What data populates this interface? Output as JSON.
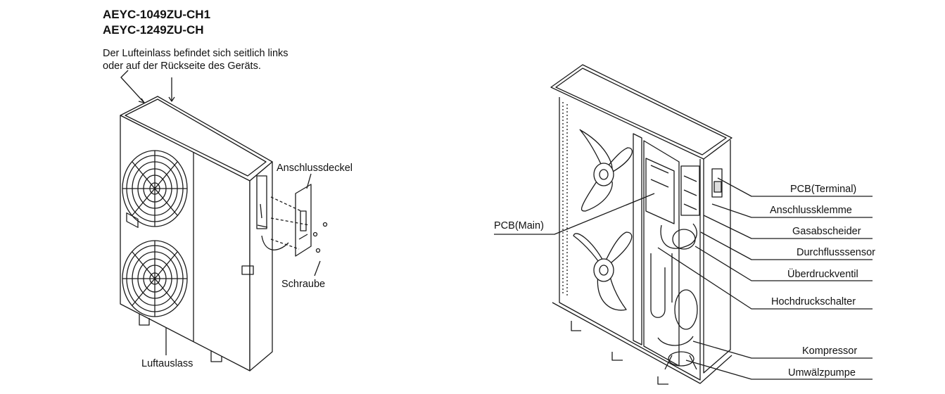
{
  "titles": [
    "AEYC-1049ZU-CH1",
    "AEYC-1249ZU-CH"
  ],
  "note": {
    "line1": "Der Lufteinlass befindet sich seitlich links",
    "line2": "oder auf der Rückseite des Geräts."
  },
  "left_labels": {
    "cover": "Anschlussdeckel",
    "screw": "Schraube",
    "outlet": "Luftauslass"
  },
  "right_labels": {
    "pcb_main": "PCB(Main)",
    "pcb_terminal": "PCB(Terminal)",
    "terminal_block": "Anschlussklemme",
    "gas_separator": "Gasabscheider",
    "flow_sensor": "Durchflusssensor",
    "relief_valve": "Überdruckventil",
    "high_pressure_switch": "Hochdruckschalter",
    "compressor": "Kompressor",
    "circulation_pump": "Umwälzpumpe"
  }
}
